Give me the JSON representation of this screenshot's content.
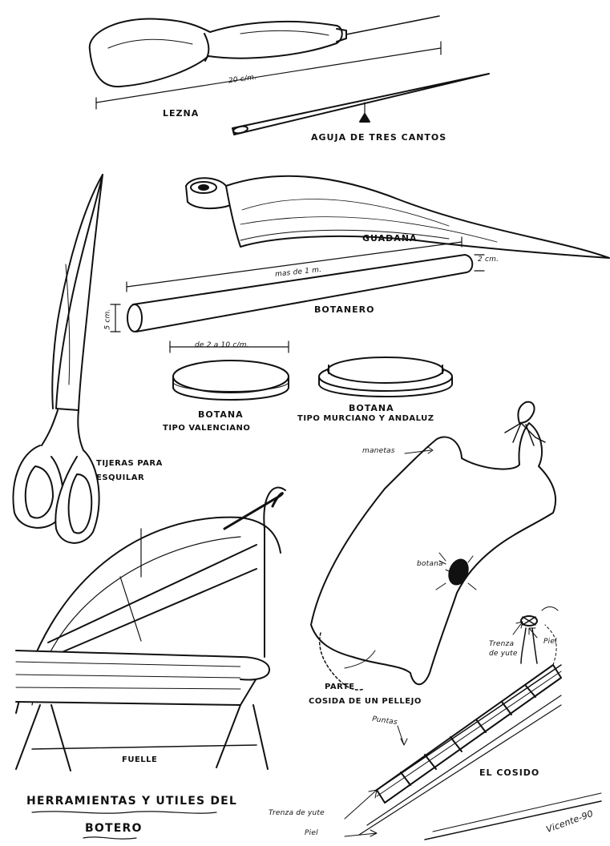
{
  "labels": {
    "lezna": "LEZNA",
    "lezna_measure": "20 c/m.",
    "aguja": "AGUJA DE TRES CANTOS",
    "guadana": "GUADAÑA",
    "botanero": "BOTANERO",
    "botanero_length": "mas de 1 m.",
    "botanero_diameter": "2 cm.",
    "botanero_height": "5 cm.",
    "botana_size": "de 2 a 10 c/m.",
    "botana_1": "BOTANA",
    "tipo_valenciano": "TIPO VALENCIANO",
    "botana_2": "BOTANA",
    "tipo_murciano": "TIPO MURCIANO Y ANDALUZ",
    "tijeras_1": "TIJERAS PARA",
    "tijeras_2": "ESQUILAR",
    "manetas": "manetas",
    "botana_small": "botana",
    "parte_1": "PARTE",
    "parte_2": "COSIDA DE UN PELLEJO",
    "trenza_1": "Trenza",
    "trenza_2": "de yute",
    "piel_1": "Piel",
    "fuelle": "FUELLE",
    "puntas": "Puntas",
    "el_cosido": "EL COSIDO",
    "trenza_yute": "Trenza de yute",
    "piel_2": "Piel",
    "title_1": "HERRAMIENTAS Y UTILES DEL",
    "title_2": "BOTERO",
    "signature": "Vicente-90"
  }
}
